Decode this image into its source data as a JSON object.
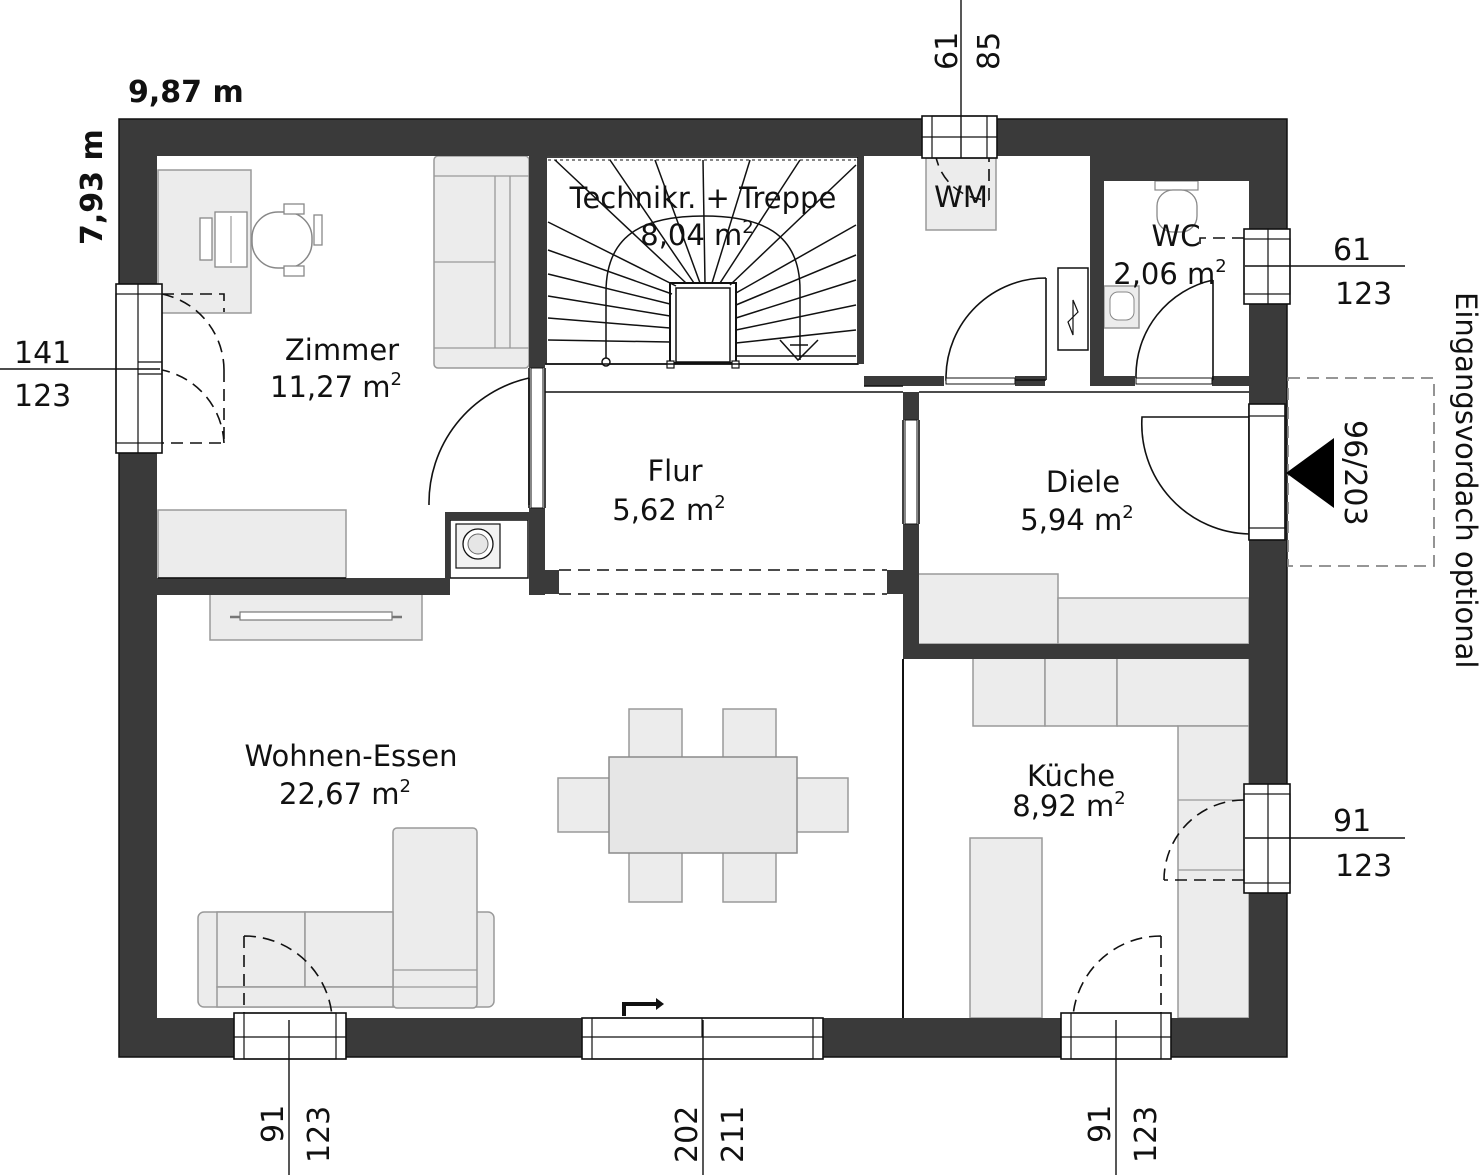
{
  "overall": {
    "width_label": "9,87 m",
    "depth_label": "7,93 m"
  },
  "rooms": {
    "zimmer": {
      "name": "Zimmer",
      "area": "11,27 m",
      "sup": "2"
    },
    "technik": {
      "name": "Technikr. + Treppe",
      "area": "8,04 m",
      "sup": "2"
    },
    "wm": {
      "name": "WM"
    },
    "wc": {
      "name": "WC",
      "area": "2,06 m",
      "sup": "2"
    },
    "flur": {
      "name": "Flur",
      "area": "5,62 m",
      "sup": "2"
    },
    "diele": {
      "name": "Diele",
      "area": "5,94 m",
      "sup": "2"
    },
    "wohnen": {
      "name": "Wohnen-Essen",
      "area": "22,67 m",
      "sup": "2"
    },
    "kueche": {
      "name": "Küche",
      "area": "8,92 m",
      "sup": "2"
    }
  },
  "openings": {
    "top_window": {
      "width": "61",
      "height": "85"
    },
    "wc_window": {
      "width": "61",
      "height": "123"
    },
    "zimmer_window": {
      "width": "141",
      "height": "123"
    },
    "entrance_door": {
      "label": "96/203"
    },
    "kitchen_side_window": {
      "width": "91",
      "height": "123"
    },
    "bottom_left_window": {
      "width": "91",
      "height": "123"
    },
    "bottom_middle_window": {
      "width": "202",
      "height": "211"
    },
    "bottom_right_window": {
      "width": "91",
      "height": "123"
    }
  },
  "notes": {
    "canopy": "Eingangsvordach optional"
  }
}
